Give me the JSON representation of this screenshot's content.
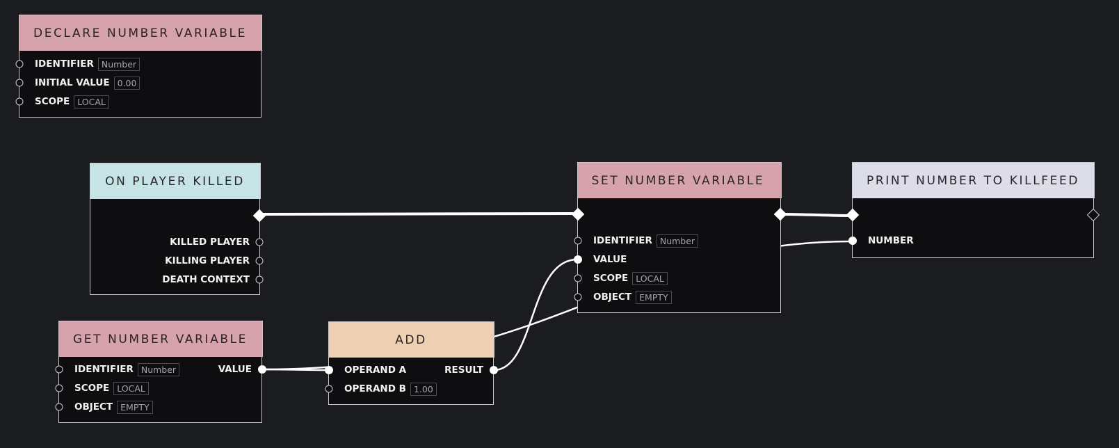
{
  "nodes": {
    "declare": {
      "title": "DECLARE NUMBER VARIABLE",
      "pins": [
        {
          "label": "IDENTIFIER",
          "value": "Number"
        },
        {
          "label": "INITIAL VALUE",
          "value": "0.00"
        },
        {
          "label": "SCOPE",
          "value": "LOCAL"
        }
      ]
    },
    "on_killed": {
      "title": "ON PLAYER KILLED",
      "pins": [
        {
          "label": "KILLED PLAYER"
        },
        {
          "label": "KILLING PLAYER"
        },
        {
          "label": "DEATH CONTEXT"
        }
      ]
    },
    "set_var": {
      "title": "SET NUMBER VARIABLE",
      "pins": [
        {
          "label": "IDENTIFIER",
          "value": "Number"
        },
        {
          "label": "VALUE"
        },
        {
          "label": "SCOPE",
          "value": "LOCAL"
        },
        {
          "label": "OBJECT",
          "value": "EMPTY"
        }
      ]
    },
    "print": {
      "title": "PRINT NUMBER TO KILLFEED",
      "pins": [
        {
          "label": "NUMBER"
        }
      ]
    },
    "get_var": {
      "title": "GET NUMBER VARIABLE",
      "pins": [
        {
          "label": "IDENTIFIER",
          "value": "Number"
        },
        {
          "label": "SCOPE",
          "value": "LOCAL"
        },
        {
          "label": "OBJECT",
          "value": "EMPTY"
        }
      ],
      "output": {
        "label": "VALUE"
      }
    },
    "add": {
      "title": "ADD",
      "pins": [
        {
          "label": "OPERAND A"
        },
        {
          "label": "OPERAND B",
          "value": "1.00"
        }
      ],
      "output": {
        "label": "RESULT"
      }
    }
  },
  "colors": {
    "background": "#1b1c1f",
    "node_body": "#0e0e10",
    "header_pink": "#d6a2ab",
    "header_cyan": "#c6e4e6",
    "header_peach": "#eed0b3",
    "header_lavender": "#dcdde9",
    "wire": "#ffffff"
  }
}
